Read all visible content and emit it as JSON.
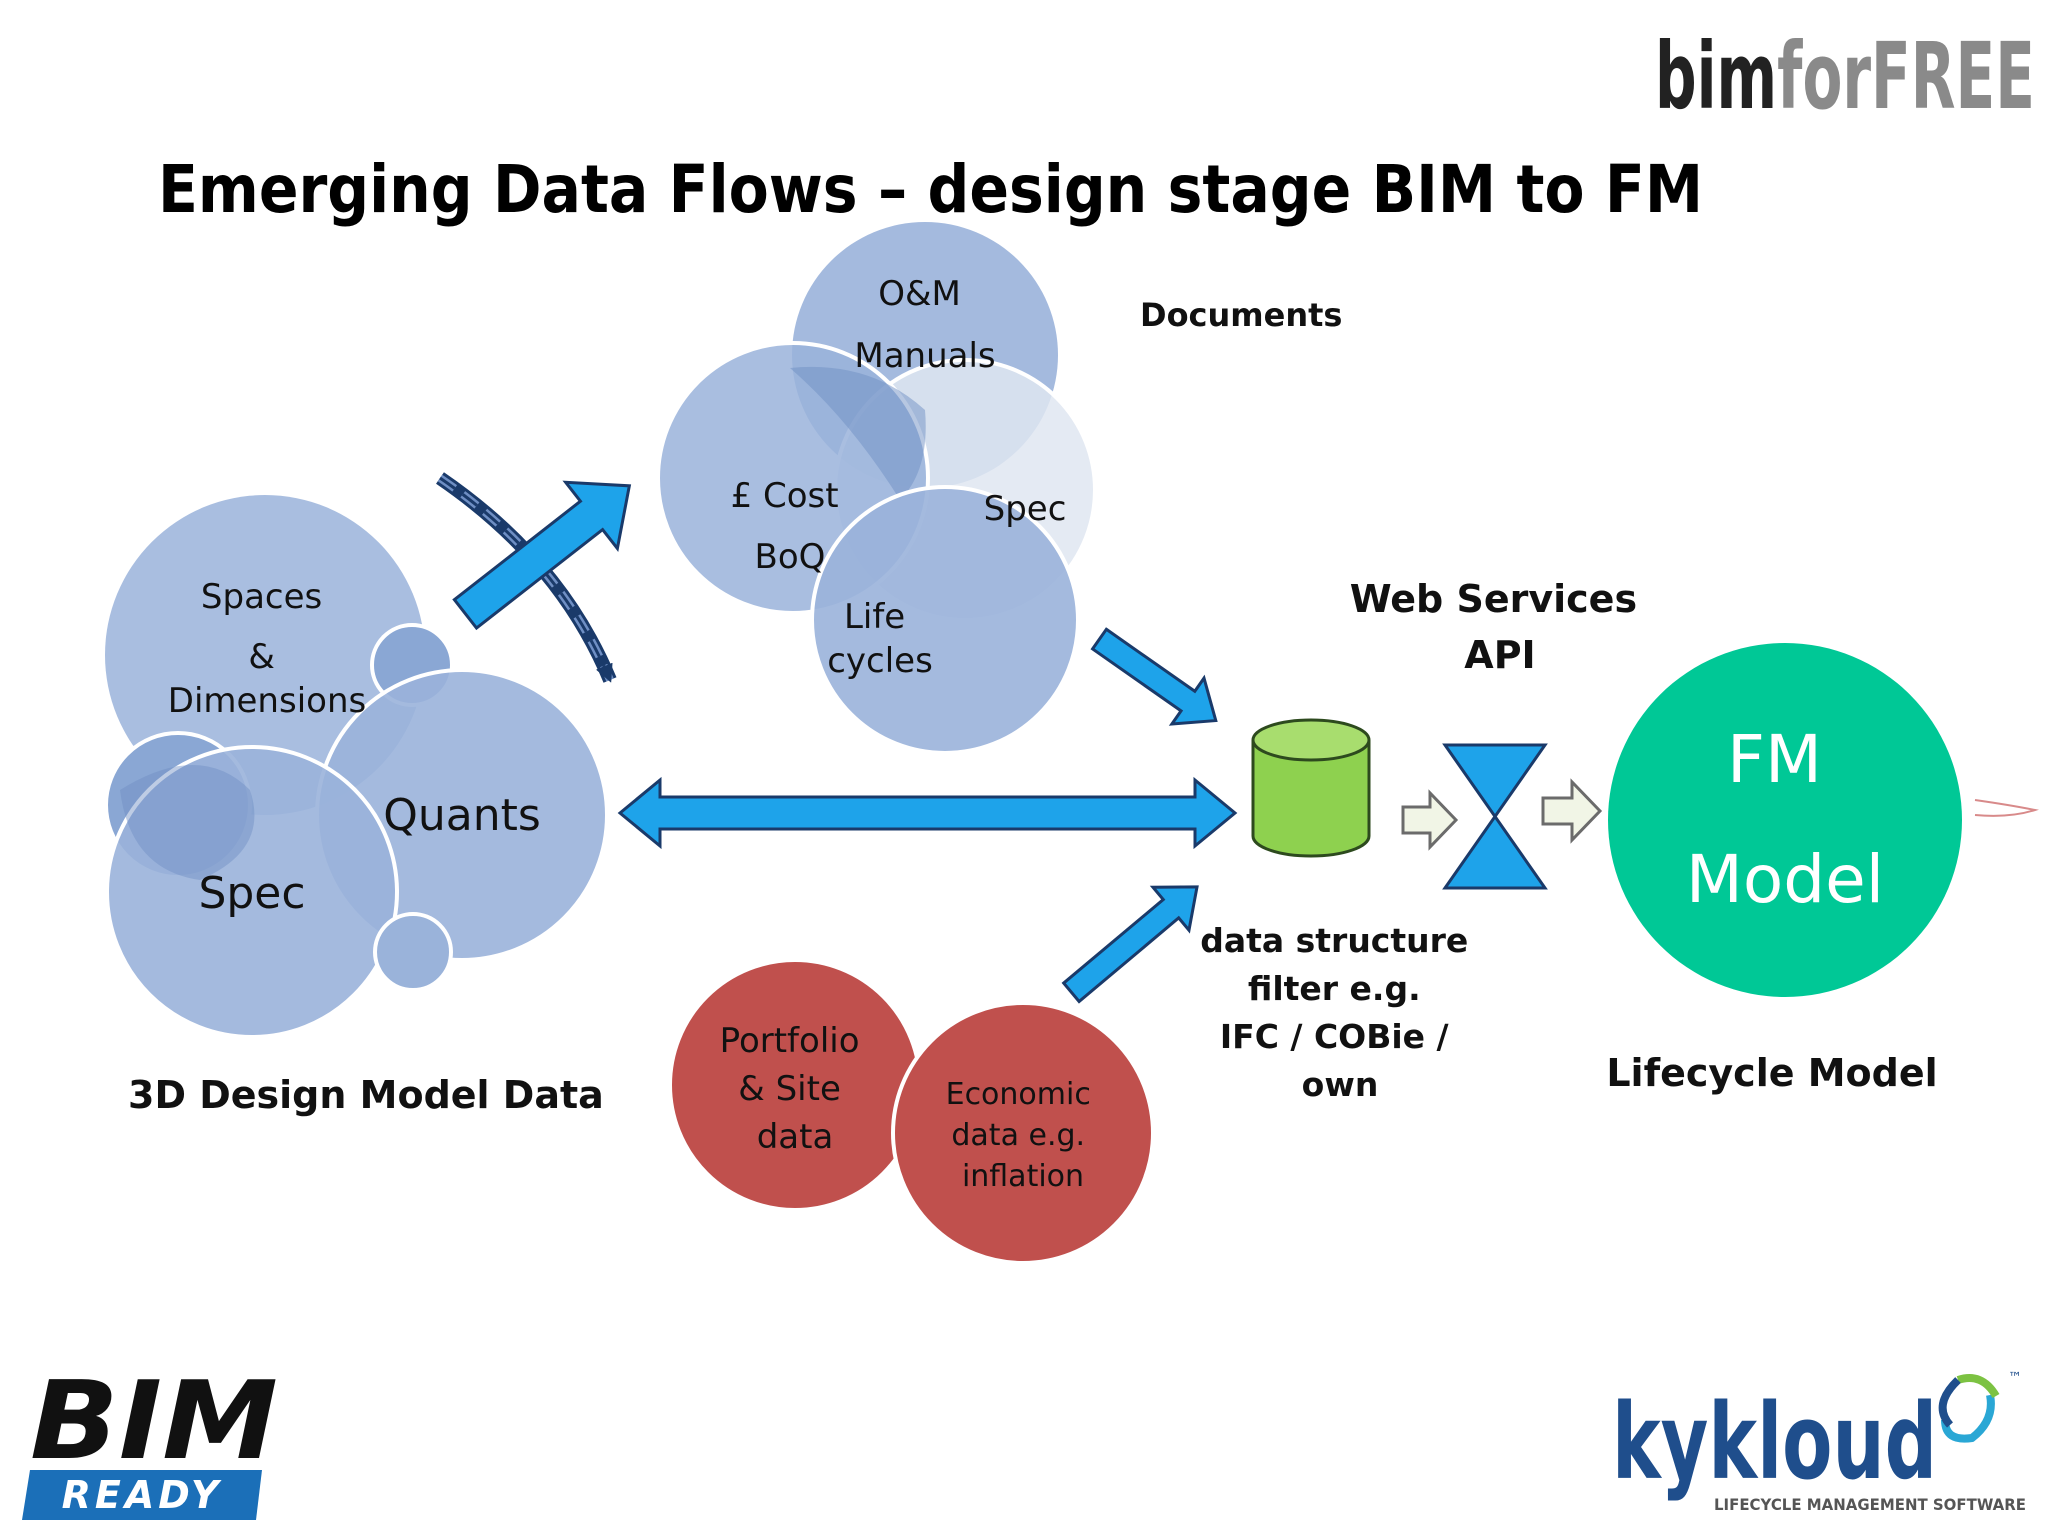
{
  "logos": {
    "bimforfree": {
      "part1": "bim",
      "part2": "forFREE",
      "color1": "#222222",
      "color2": "#8a8a8a"
    },
    "bimready": {
      "top": "BIM",
      "bottom": "READY",
      "badge_color": "#1b6fb8"
    },
    "kykloud": {
      "name": "kykloud",
      "tagline": "LIFECYCLE MANAGEMENT SOFTWARE",
      "tm": "™",
      "color": "#1f4e8c"
    }
  },
  "title": "Emerging Data Flows – design stage BIM to FM",
  "model_cluster": {
    "spaces_line1": "Spaces",
    "spaces_line2": "&",
    "spaces_line3": "Dimensions",
    "quants": "Quants",
    "spec": "Spec",
    "caption": "3D Design Model Data"
  },
  "documents": {
    "om_line1": "O&M",
    "om_line2": "Manuals",
    "cost_line1": "£ Cost",
    "cost_line2": "BoQ",
    "spec": "Spec",
    "life_line1": "Life",
    "life_line2": "cycles",
    "caption": "Documents"
  },
  "external": {
    "portfolio_line1": "Portfolio",
    "portfolio_line2": "& Site",
    "portfolio_line3": "data",
    "economic_line1": "Economic",
    "economic_line2": "data e.g.",
    "economic_line3": "inflation"
  },
  "filter": {
    "line1": "data structure",
    "line2": "filter  e.g.",
    "line3": "IFC / COBie /",
    "line4": "own"
  },
  "api": {
    "line1": "Web Services",
    "line2": "API"
  },
  "fm_model": {
    "line1": "FM",
    "line2": "Model",
    "caption": "Lifecycle Model"
  },
  "colors": {
    "bubble_blue": "#98b3d9",
    "bubble_blue_dark": "#6f8fc4",
    "bubble_light": "#dfe6f1",
    "red": "#c0504d",
    "green": "#00c896",
    "cylinder": "#8ed14f",
    "arrow": "#1ea3ea",
    "hourglass": "#1ea3ea"
  }
}
